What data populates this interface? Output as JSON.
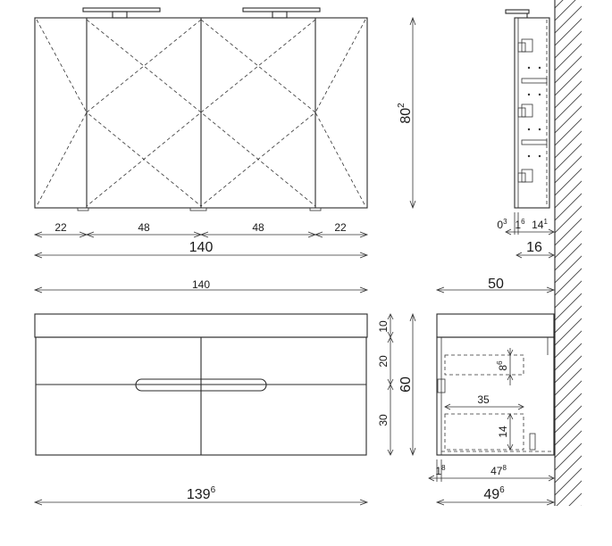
{
  "mirror_cabinet": {
    "width_segments": [
      "22",
      "48",
      "48",
      "22"
    ],
    "total_width": "140",
    "height_main": "80",
    "height_sup": "2"
  },
  "mirror_side": {
    "d1_main": "0",
    "d1_sup": "3",
    "d2_main": "1",
    "d2_sup": "6",
    "d3_main": "14",
    "d3_sup": "1",
    "total_depth": "16"
  },
  "vanity_front": {
    "top_width": "140",
    "bottom_main": "139",
    "bottom_sup": "6",
    "heights": [
      "10",
      "20",
      "30"
    ],
    "total_height": "60"
  },
  "vanity_side": {
    "top_depth": "50",
    "drawer1_main": "8",
    "drawer1_sup": "6",
    "drawer_depth": "35",
    "drawer2": "14",
    "b1_main": "1",
    "b1_sup": "8",
    "b2_main": "47",
    "b2_sup": "8",
    "b3_main": "49",
    "b3_sup": "6"
  }
}
